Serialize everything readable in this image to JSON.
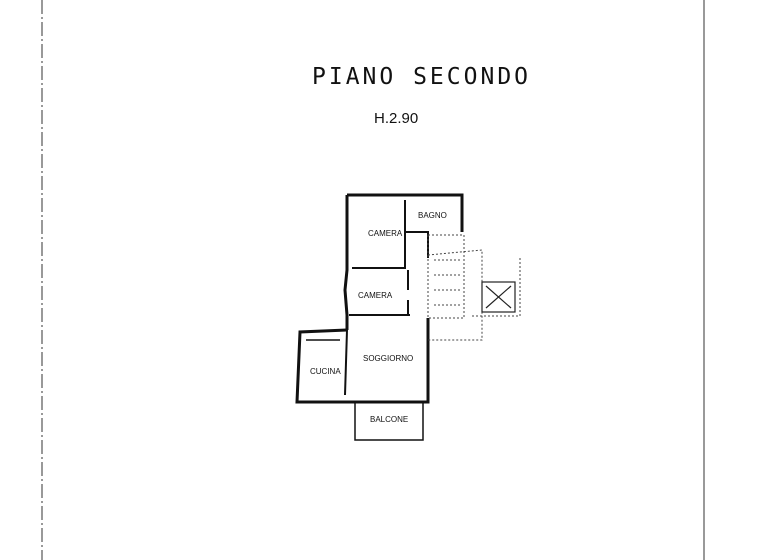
{
  "header": {
    "title": "PIANO SECONDO",
    "height": "H.2.90"
  },
  "rooms": [
    "CAMERA",
    "BAGNO",
    "CAMERA",
    "SOGGIORNO",
    "CUCINA",
    "BALCONE"
  ]
}
